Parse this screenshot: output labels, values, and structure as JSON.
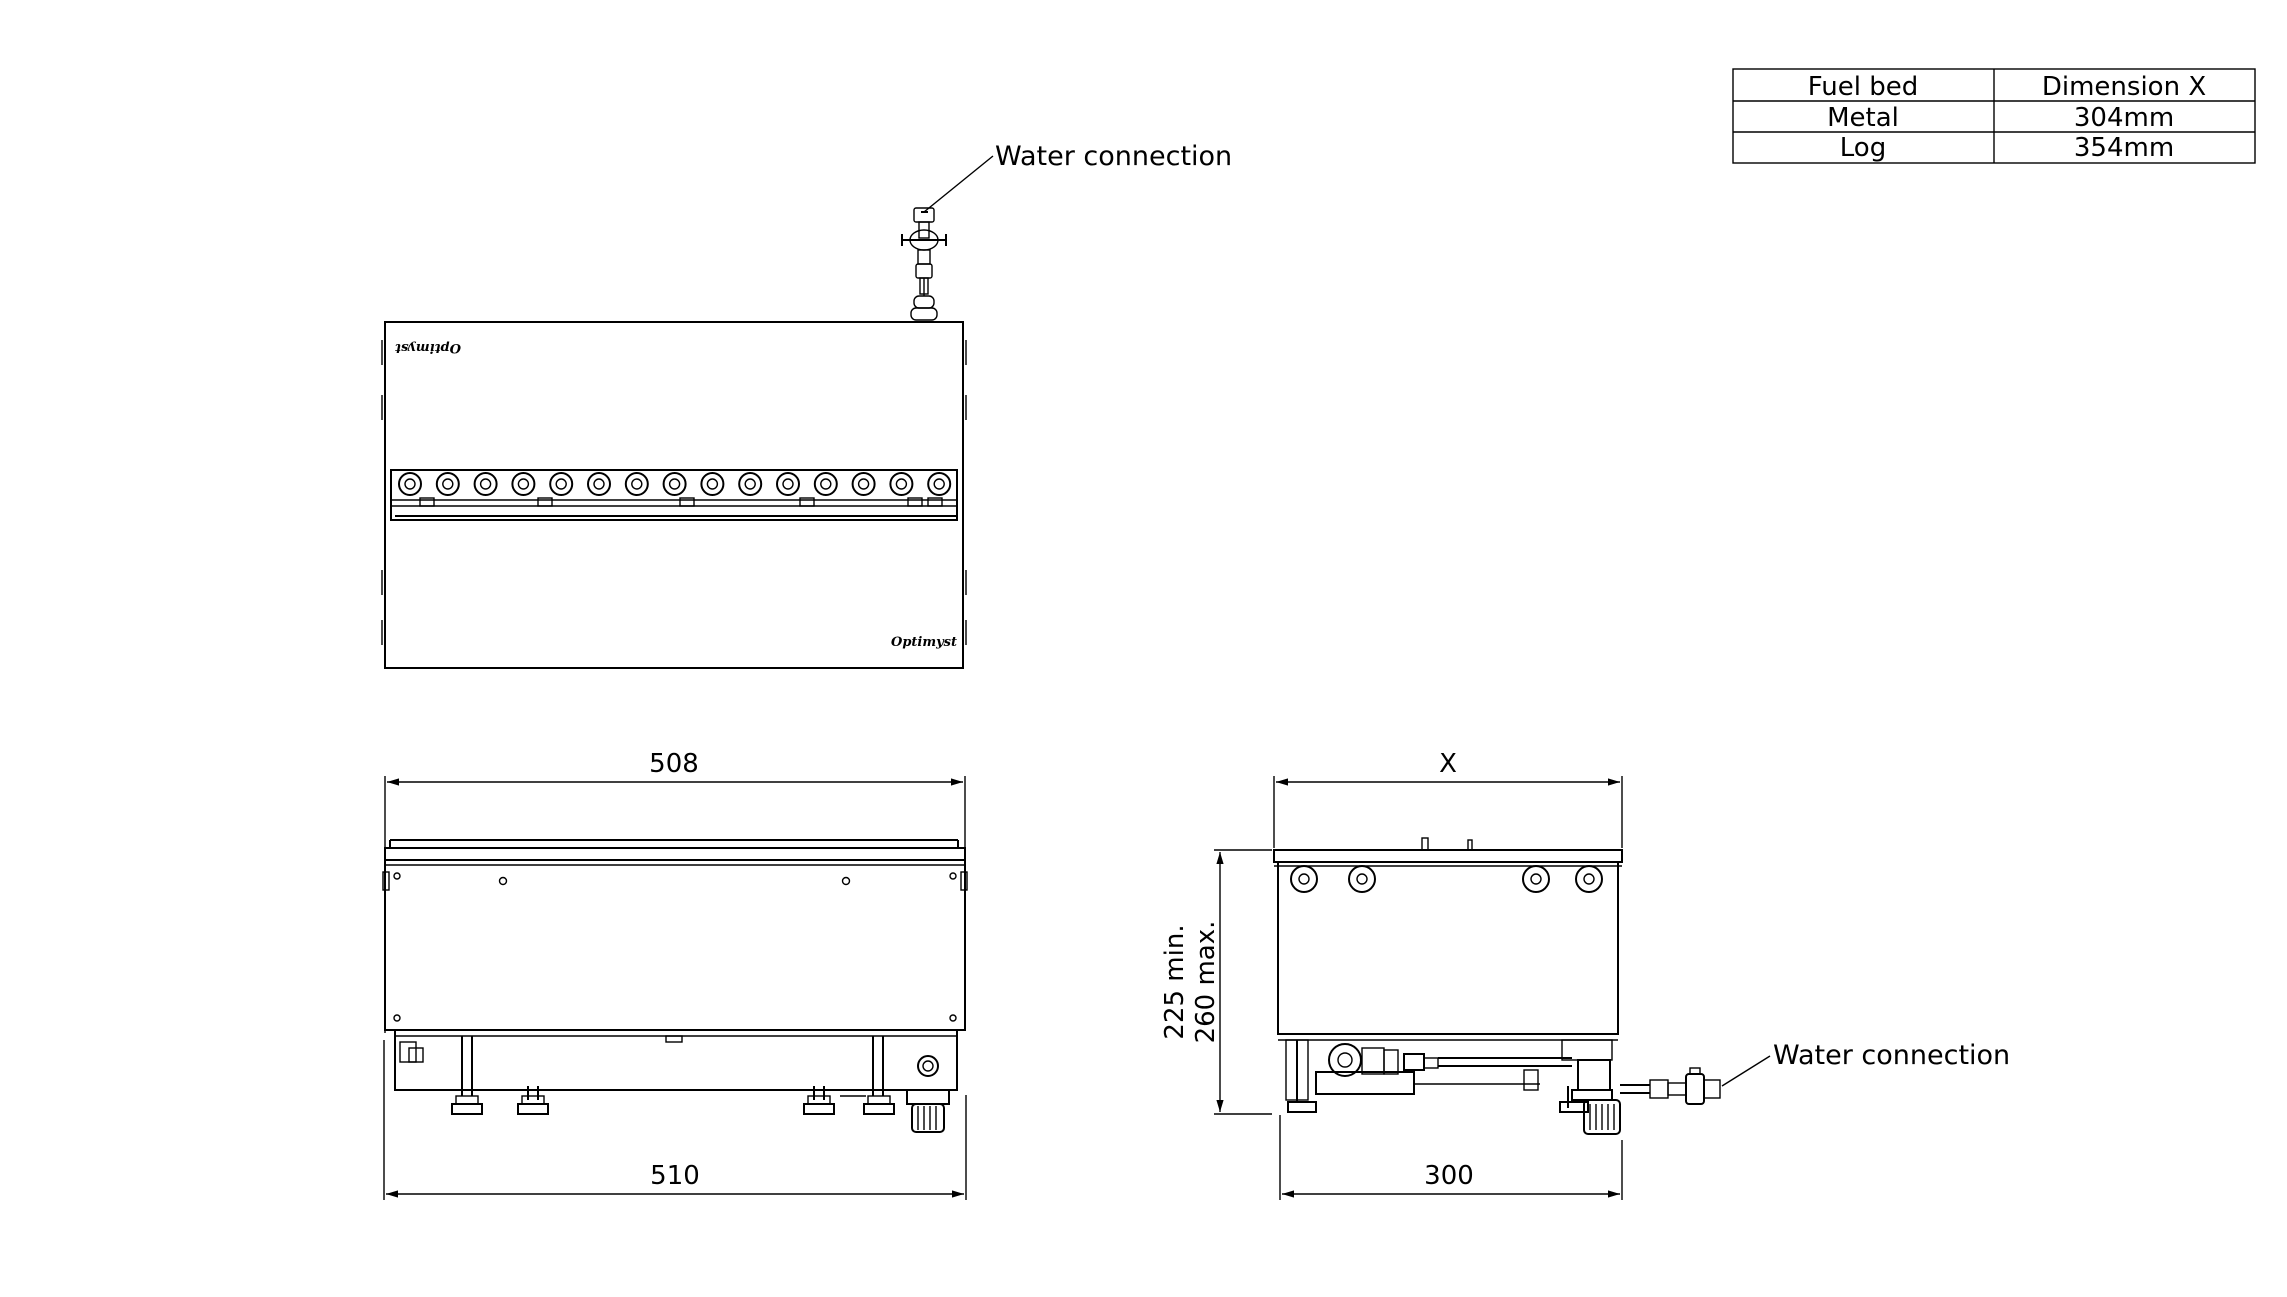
{
  "labels": {
    "water_connection_top": "Water connection",
    "water_connection_side": "Water connection",
    "logo_top_left": "Optimyst",
    "logo_bottom_right": "Optimyst"
  },
  "dimensions": {
    "front_top_width": "508",
    "front_bottom_width": "510",
    "side_top_width": "X",
    "side_bottom_width": "300",
    "side_height_min": "225 min.",
    "side_height_max": "260 max."
  },
  "table": {
    "headers": [
      "Fuel bed",
      "Dimension X"
    ],
    "rows": [
      [
        "Metal",
        "304mm"
      ],
      [
        "Log",
        "354mm"
      ]
    ]
  }
}
